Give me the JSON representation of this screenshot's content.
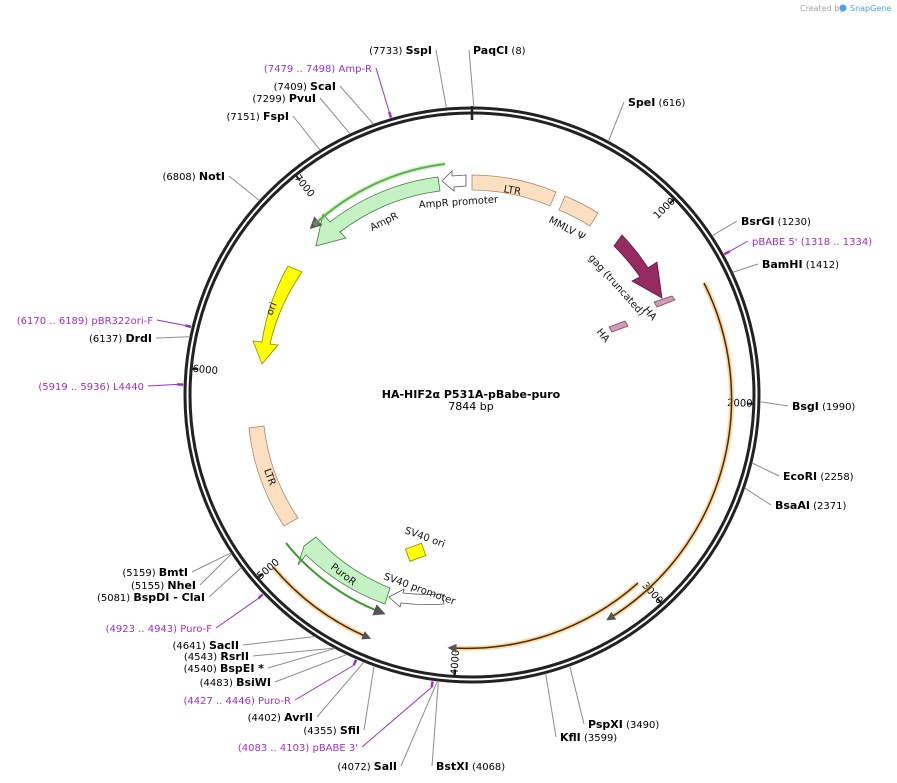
{
  "credit": {
    "text": "Created by",
    "brand": "SnapGene"
  },
  "plasmid": {
    "name": "HA-HIF2α P531A-pBabe-puro",
    "size": "7844 bp",
    "length": 7844
  },
  "tick_labels": [
    "1000",
    "2000",
    "3000",
    "4000",
    "5000",
    "6000",
    "7000"
  ],
  "sites": [
    {
      "name": "PaqCI",
      "pos": "(8)",
      "bp": 8
    },
    {
      "name": "SpeI",
      "pos": "(616)",
      "bp": 616
    },
    {
      "name": "BsrGI",
      "pos": "(1230)",
      "bp": 1230
    },
    {
      "name": "BamHI",
      "pos": "(1412)",
      "bp": 1412
    },
    {
      "name": "BsgI",
      "pos": "(1990)",
      "bp": 1990
    },
    {
      "name": "EcoRI",
      "pos": "(2258)",
      "bp": 2258
    },
    {
      "name": "BsaAI",
      "pos": "(2371)",
      "bp": 2371
    },
    {
      "name": "PspXI",
      "pos": "(3490)",
      "bp": 3490
    },
    {
      "name": "KflI",
      "pos": "(3599)",
      "bp": 3599
    },
    {
      "name": "BstXI",
      "pos": "(4068)",
      "bp": 4068
    },
    {
      "name": "SalI",
      "pos": "(4072)",
      "bp": 4072
    },
    {
      "name": "SfiI",
      "pos": "(4355)",
      "bp": 4355
    },
    {
      "name": "AvrII",
      "pos": "(4402)",
      "bp": 4402
    },
    {
      "name": "BsiWI",
      "pos": "(4483)",
      "bp": 4483
    },
    {
      "name": "BspEI *",
      "pos": "(4540)",
      "bp": 4540
    },
    {
      "name": "RsrII",
      "pos": "(4543)",
      "bp": 4543
    },
    {
      "name": "SacII",
      "pos": "(4641)",
      "bp": 4641
    },
    {
      "name": "BspDI  - ClaI",
      "pos": "(5081)",
      "bp": 5081
    },
    {
      "name": "NheI",
      "pos": "(5155)",
      "bp": 5155
    },
    {
      "name": "BmtI",
      "pos": "(5159)",
      "bp": 5159
    },
    {
      "name": "DrdI",
      "pos": "(6137)",
      "bp": 6137
    },
    {
      "name": "NotI",
      "pos": "(6808)",
      "bp": 6808
    },
    {
      "name": "FspI",
      "pos": "(7151)",
      "bp": 7151
    },
    {
      "name": "PvuI",
      "pos": "(7299)",
      "bp": 7299
    },
    {
      "name": "ScaI",
      "pos": "(7409)",
      "bp": 7409
    },
    {
      "name": "SspI",
      "pos": "(7733)",
      "bp": 7733
    }
  ],
  "primers": [
    {
      "name": "Amp-R",
      "range": "(7479 .. 7498)",
      "bp": 7489
    },
    {
      "name": "pBABE 5'",
      "range": "(1318 .. 1334)",
      "bp": 1326
    },
    {
      "name": "pBR322ori-F",
      "range": "(6170 .. 6189)",
      "bp": 6180
    },
    {
      "name": "L4440",
      "range": "(5919 .. 5936)",
      "bp": 5928
    },
    {
      "name": "Puro-F",
      "range": "(4923 .. 4943)",
      "bp": 4933
    },
    {
      "name": "Puro-R",
      "range": "(4427 .. 4446)",
      "bp": 4437
    },
    {
      "name": "pBABE 3'",
      "range": "(4083 .. 4103)",
      "bp": 4093
    }
  ],
  "features": [
    {
      "name": "LTR",
      "color": "#fcdfc0"
    },
    {
      "name": "MMLV Ψ",
      "color": "#fcdfc0"
    },
    {
      "name": "gag (truncated)",
      "color": "#962b62"
    },
    {
      "name": "HA",
      "color": "#d59ab8"
    },
    {
      "name": "HA",
      "color": "#d59ab8"
    },
    {
      "name": "AmpR promoter",
      "color": "#ffffff"
    },
    {
      "name": "AmpR",
      "color": "#c4f2c4"
    },
    {
      "name": "ori",
      "color": "#ffff00"
    },
    {
      "name": "LTR",
      "color": "#fcdfc0"
    },
    {
      "name": "SV40 ori",
      "color": "#ffff00"
    },
    {
      "name": "PuroR",
      "color": "#c4f2c4"
    },
    {
      "name": "SV40 promoter",
      "color": "#ffffff"
    }
  ],
  "colors": {
    "backbone": "#222222",
    "primer": "#9b30c8",
    "orf_orange": "#f5b14c",
    "orf_green": "#3e9a2e",
    "sitelink": "#8c8c8c"
  }
}
